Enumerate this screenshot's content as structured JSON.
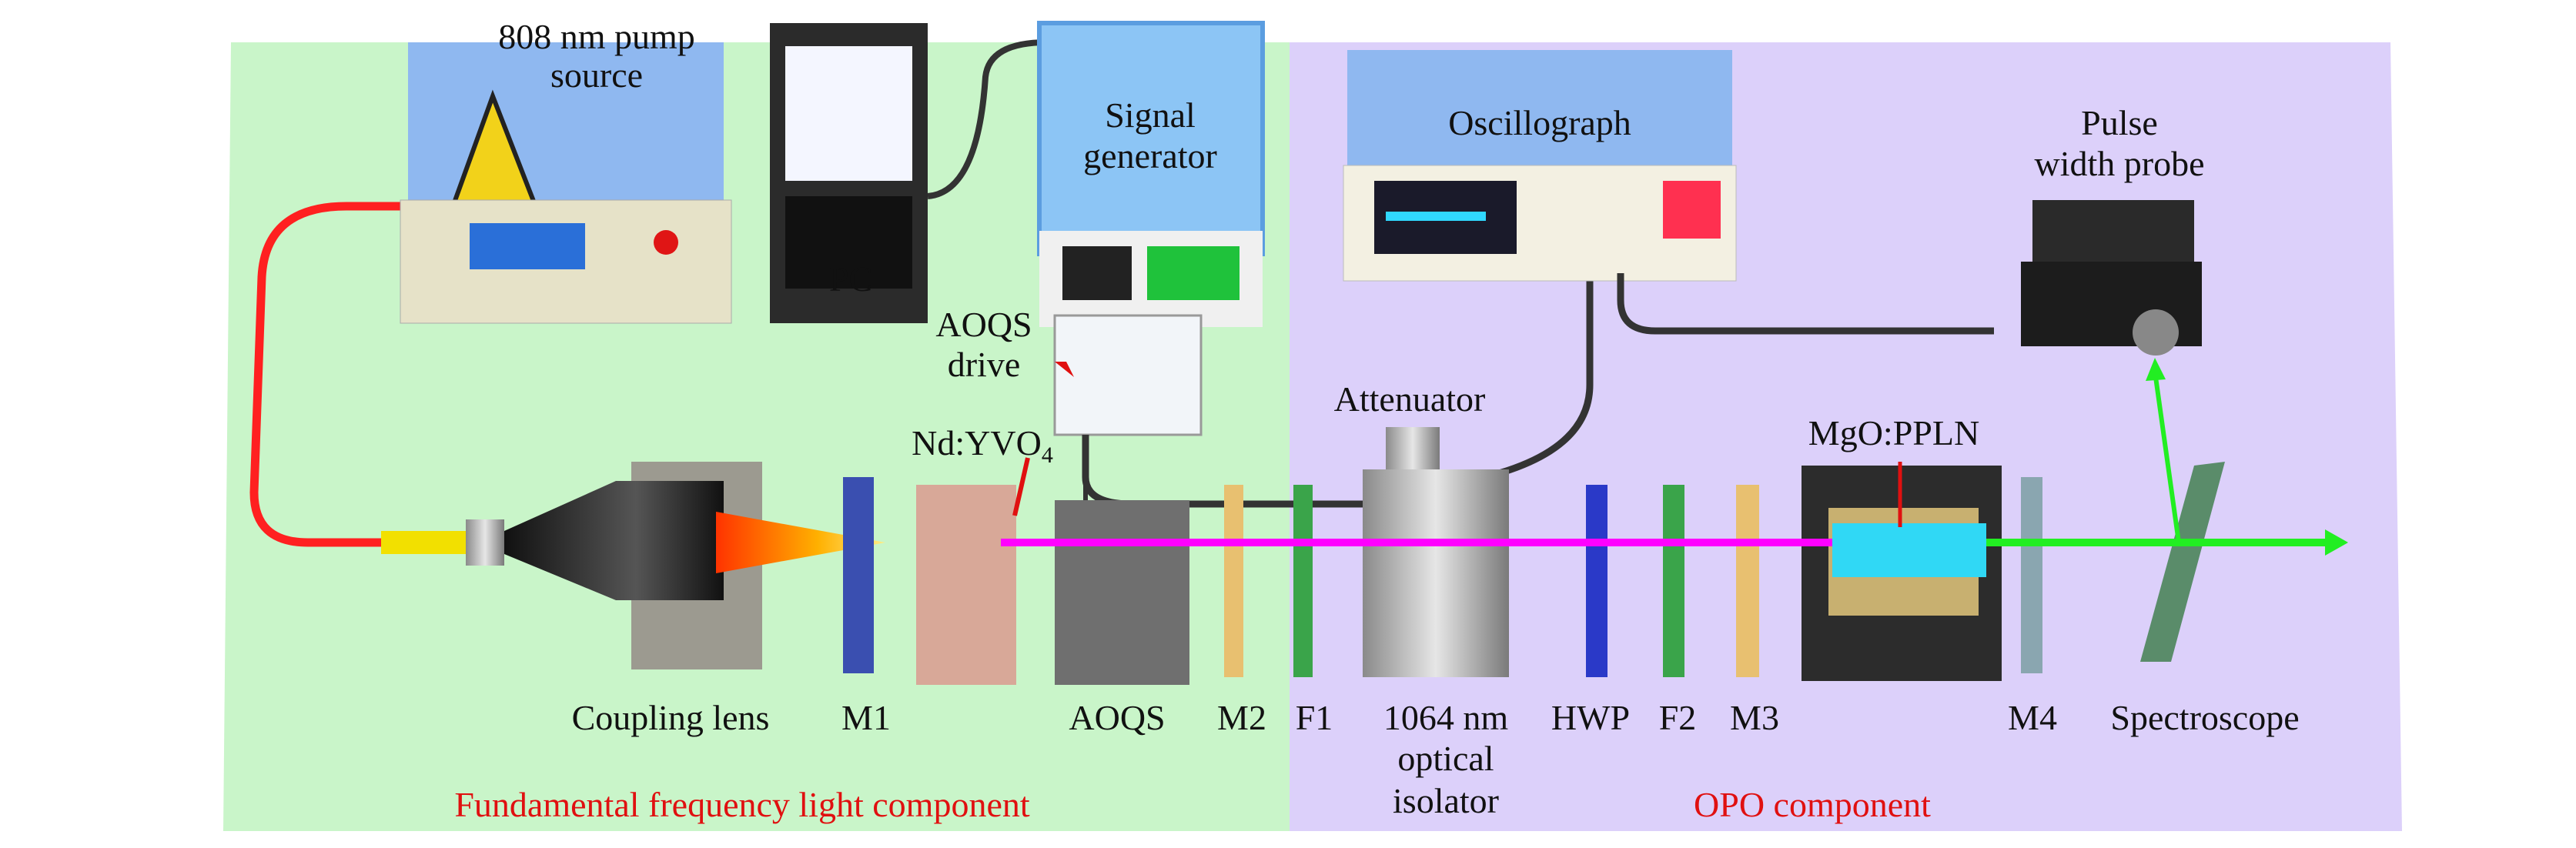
{
  "regions": {
    "fundamental": {
      "label": "Fundamental frequency light component",
      "color": "#c9f5c9"
    },
    "opo": {
      "label": "OPO component",
      "color": "#dcd0fa"
    }
  },
  "instruments": {
    "pump_line1": "808 nm pump",
    "pump_line2": "source",
    "pc": "PC",
    "signal_line1": "Signal",
    "signal_line2": "generator",
    "oscillograph": "Oscillograph",
    "probe_line1": "Pulse",
    "probe_line2": "width probe",
    "aoqs_drive_line1": "AOQS",
    "aoqs_drive_line2": "drive",
    "attenuator": "Attenuator",
    "crystal_main": "Nd:YVO",
    "crystal_sub": "4",
    "ppln": "MgO:PPLN"
  },
  "components": {
    "coupling_lens": "Coupling lens",
    "m1": "M1",
    "aoqs": "AOQS",
    "m2": "M2",
    "f1": "F1",
    "isolator_line1": "1064 nm",
    "isolator_line2": "optical",
    "isolator_line3": "isolator",
    "hwp": "HWP",
    "f2": "F2",
    "m3": "M3",
    "m4": "M4",
    "spectroscope": "Spectroscope"
  },
  "colors": {
    "fundamental_beam": "#ff00ff",
    "signal_beam": "#22ee22",
    "fiber": "#ff2020",
    "label_accent": "#e01010"
  }
}
